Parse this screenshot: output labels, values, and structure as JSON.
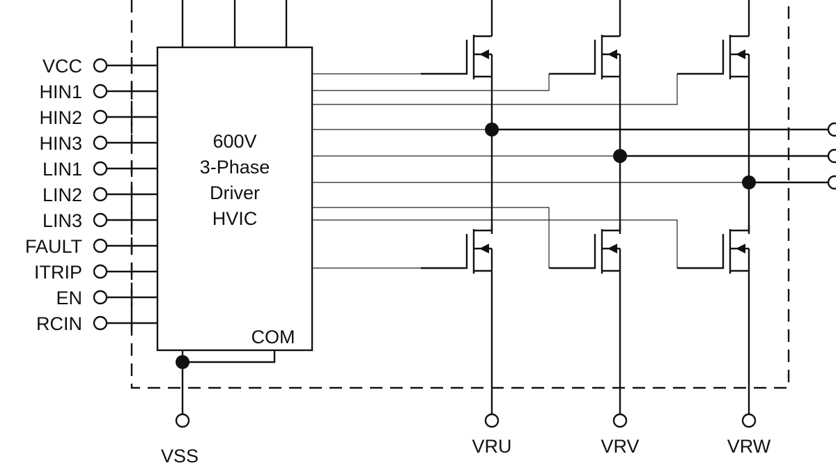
{
  "ic": {
    "lines": [
      "600V",
      "3-Phase",
      "Driver",
      "HVIC"
    ],
    "com_label": "COM"
  },
  "left_pins": [
    "VCC",
    "HIN1",
    "HIN2",
    "HIN3",
    "LIN1",
    "LIN2",
    "LIN3",
    "FAULT",
    "ITRIP",
    "EN",
    "RCIN"
  ],
  "bottom_labels": {
    "vss": "VSS",
    "vru": "VRU",
    "vrv": "VRV",
    "vrw": "VRW"
  }
}
